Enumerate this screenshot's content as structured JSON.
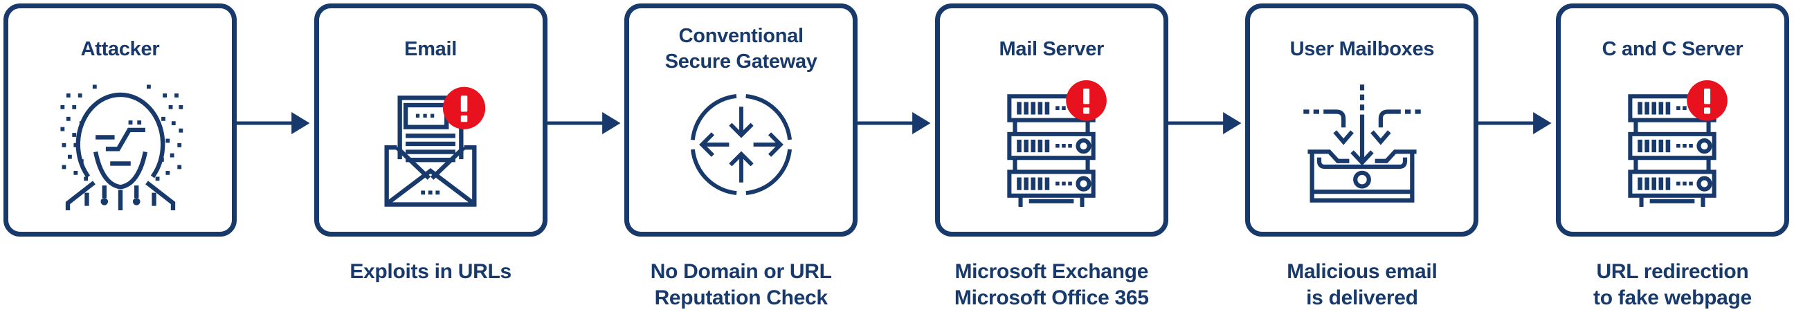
{
  "diagram": {
    "description": "Email attack flow through a conventional secure gateway",
    "colors": {
      "navy": "#17396B",
      "alert_red": "#E8111E",
      "background": "#FFFFFF"
    },
    "stages": [
      {
        "title_line1": "Attacker",
        "title_line2": "",
        "caption_line1": "",
        "caption_line2": "",
        "icon": "hacker-attacker-icon",
        "alert_badge": false
      },
      {
        "title_line1": "Email",
        "title_line2": "",
        "caption_line1": "Exploits in URLs",
        "caption_line2": "",
        "icon": "email-envelope-icon",
        "alert_badge": true
      },
      {
        "title_line1": "Conventional",
        "title_line2": "Secure Gateway",
        "caption_line1": "No Domain or URL",
        "caption_line2": "Reputation Check",
        "icon": "gateway-arrows-icon",
        "alert_badge": false
      },
      {
        "title_line1": "Mail Server",
        "title_line2": "",
        "caption_line1": "Microsoft Exchange",
        "caption_line2": "Microsoft Office 365",
        "icon": "mail-server-icon",
        "alert_badge": true
      },
      {
        "title_line1": "User Mailboxes",
        "title_line2": "",
        "caption_line1": "Malicious email",
        "caption_line2": "is delivered",
        "icon": "inbox-mailboxes-icon",
        "alert_badge": false
      },
      {
        "title_line1": "C and C Server",
        "title_line2": "",
        "caption_line1": "URL redirection",
        "caption_line2": "to fake webpage",
        "icon": "command-control-server-icon",
        "alert_badge": true
      }
    ]
  }
}
